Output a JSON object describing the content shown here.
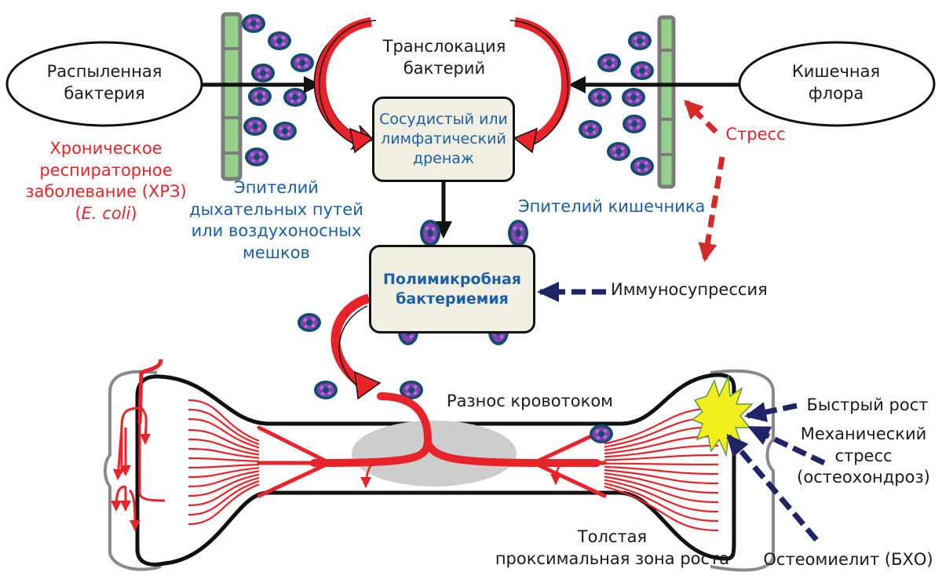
{
  "colors": {
    "red": "#e8232a",
    "blue_text": "#1a5fa8",
    "navy_dash": "#1f2466",
    "epithelium_fill": "#94d08a",
    "epithelium_border": "#7c7c7c",
    "box_fill": "#f1efe2",
    "cell_outer": "#0e4f6b",
    "cell_inner": "#8a3fb0",
    "star_fill": "#f3ee1e"
  },
  "sources": {
    "left_oval": [
      "Распыленная",
      "бактерия"
    ],
    "right_oval": [
      "Кишечная",
      "флора"
    ]
  },
  "labels": {
    "translocation": [
      "Транслокация",
      "бактерий"
    ],
    "chronic_disease": [
      "Хроническое",
      "респираторное",
      "заболевание (ХРЗ)",
      "(",
      "E. coli",
      ")"
    ],
    "airway_epithelium": [
      "Эпителий",
      "дыхательных путей",
      "или воздухоносных",
      "мешков"
    ],
    "gut_epithelium": "Эпителий кишечника",
    "stress": "Стресс",
    "immunosuppression": "Иммуносупрессия",
    "bloodstream_spread": "Разнос кровотоком",
    "growth_zone": [
      "Толстая",
      "проксимальная зона роста"
    ],
    "rapid_growth": "Быстрый рост",
    "mechanical_stress": [
      "Механический",
      "стресс",
      "(остеохондроз)"
    ],
    "osteomyelitis": "Остеомиелит (БХО)"
  },
  "boxes": {
    "drainage": [
      "Сосудистый или",
      "лимфатический",
      "дренаж"
    ],
    "bacteremia": [
      "Полимикробная",
      "бактериемия"
    ]
  },
  "icons": {
    "bacteria": "bacterium-cell-icon",
    "epithelium": "epithelium-layer-icon",
    "lesion": "starburst-lesion-icon",
    "bone": "bone-outline-icon"
  }
}
